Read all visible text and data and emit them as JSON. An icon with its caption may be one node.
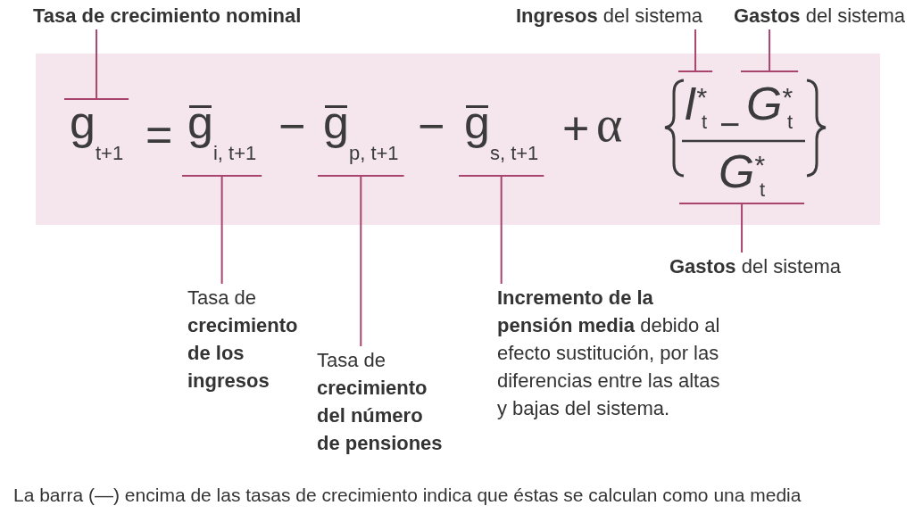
{
  "diagram": {
    "caption": "La barra (—) encima de las tasas de crecimiento indica que éstas se calculan como una media",
    "nodes": [
      {
        "text": [
          "Tasa de crecimiento nominal"
        ]
      },
      {
        "text": [
          "**Ingresos** del sistema"
        ]
      },
      {
        "text": [
          "**Gastos** del sistema"
        ]
      },
      {
        "text": [],
        "shape": "box"
      },
      {
        "text": [
          "g$_{t+1}$"
        ],
        "in": 3
      },
      {
        "text": [
          "g$_{i, t+1}$"
        ],
        "in": 3
      },
      {
        "text": [
          "g$_{p, t+1}$"
        ],
        "in": 3
      },
      {
        "text": [
          "g$_{s, t+1}$"
        ],
        "in": 3
      },
      {
        "text": [
          "I$^{*}$$_{t}$"
        ],
        "in": 3
      },
      {
        "text": [
          "G$^{*}$$_{t}$"
        ],
        "in": 3
      },
      {
        "text": [
          "G$^{*}$$_{t}$"
        ],
        "in": 3
      },
      {
        "text": [
          "**Gastos** del sistema"
        ]
      },
      {
        "text": [
          "Tasa de **crecimiento de los ingresos**"
        ]
      },
      {
        "text": [
          "Tasa de **crecimiento del número de pensiones**"
        ]
      },
      {
        "text": [
          "**Incremento de la pensión media** debido al efecto sustitución, por las diferencias entre las altas y bajas del sistema."
        ]
      }
    ],
    "edges": [
      {
        "from": 0,
        "to": 4,
        "arrow": "none"
      },
      {
        "from": 1,
        "to": 8,
        "arrow": "none"
      },
      {
        "from": 2,
        "to": 9,
        "arrow": "none"
      },
      {
        "from": 12,
        "to": 5,
        "arrow": "none"
      },
      {
        "from": 13,
        "to": 6,
        "arrow": "none"
      },
      {
        "from": 14,
        "to": 7,
        "arrow": "none"
      },
      {
        "from": 11,
        "to": 10,
        "arrow": "none"
      }
    ],
    "labels": [
      "=",
      "−",
      "−",
      "+",
      "α",
      "−"
    ]
  }
}
